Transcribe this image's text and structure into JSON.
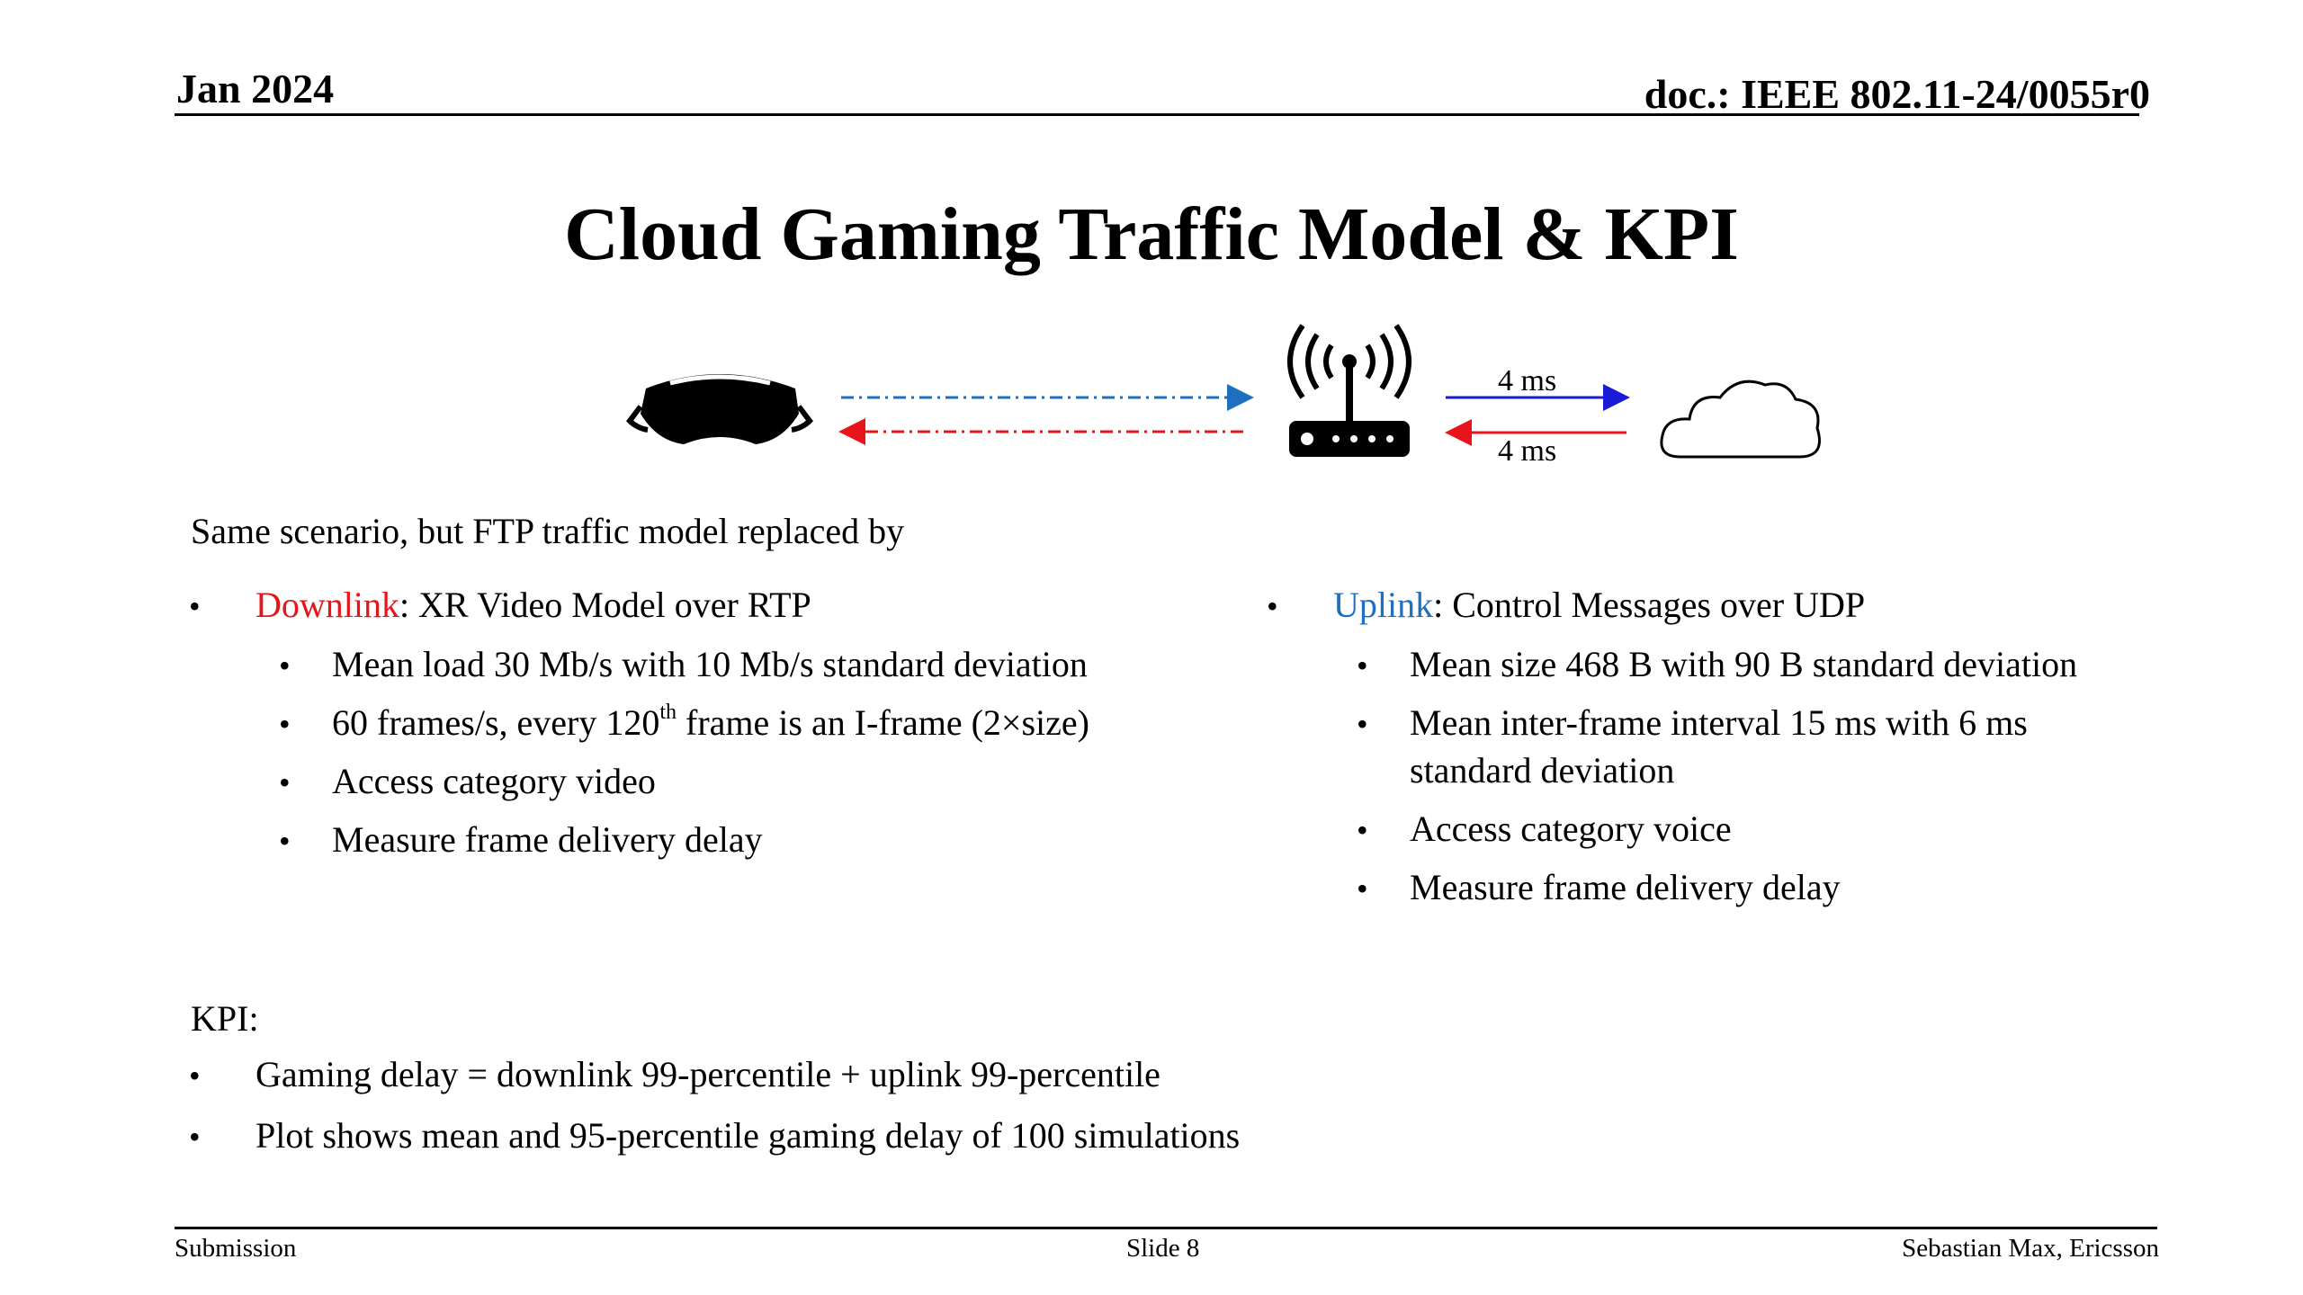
{
  "header": {
    "date": "Jan 2024",
    "doc_id": "doc.: IEEE 802.11-24/0055r0"
  },
  "title": "Cloud Gaming Traffic Model & KPI",
  "diagram": {
    "link_top_label": "4 ms",
    "link_bottom_label": "4 ms",
    "colors": {
      "blue": "#1f6fc1",
      "red": "#e8141b",
      "dark_blue": "#1a1ad8"
    },
    "icons": [
      "vr-headset-icon",
      "wifi-router-icon",
      "cloud-icon"
    ]
  },
  "intro": "Same scenario, but FTP traffic model replaced by",
  "downlink": {
    "keyword": "Downlink",
    "heading_rest": ": XR Video Model over RTP",
    "items": [
      "Mean load 30 Mb/s with 10 Mb/s standard deviation",
      {
        "pre": "60 frames/s, every 120",
        "sup": "th",
        "post": " frame is an I-frame (2×size)"
      },
      "Access category video",
      "Measure frame delivery delay"
    ]
  },
  "uplink": {
    "keyword": "Uplink",
    "heading_rest": ": Control Messages over UDP",
    "items": [
      "Mean size 468 B with 90 B standard deviation",
      "Mean inter-frame interval 15 ms with 6 ms",
      "standard deviation",
      "Access category voice",
      "Measure frame delivery delay"
    ]
  },
  "kpi": {
    "label": "KPI:",
    "items": [
      "Gaming delay = downlink 99-percentile + uplink 99-percentile",
      "Plot shows mean and 95-percentile gaming delay of 100 simulations"
    ]
  },
  "footer": {
    "left": "Submission",
    "center": "Slide 8",
    "right": "Sebastian Max, Ericsson"
  },
  "bullet_char": "•"
}
